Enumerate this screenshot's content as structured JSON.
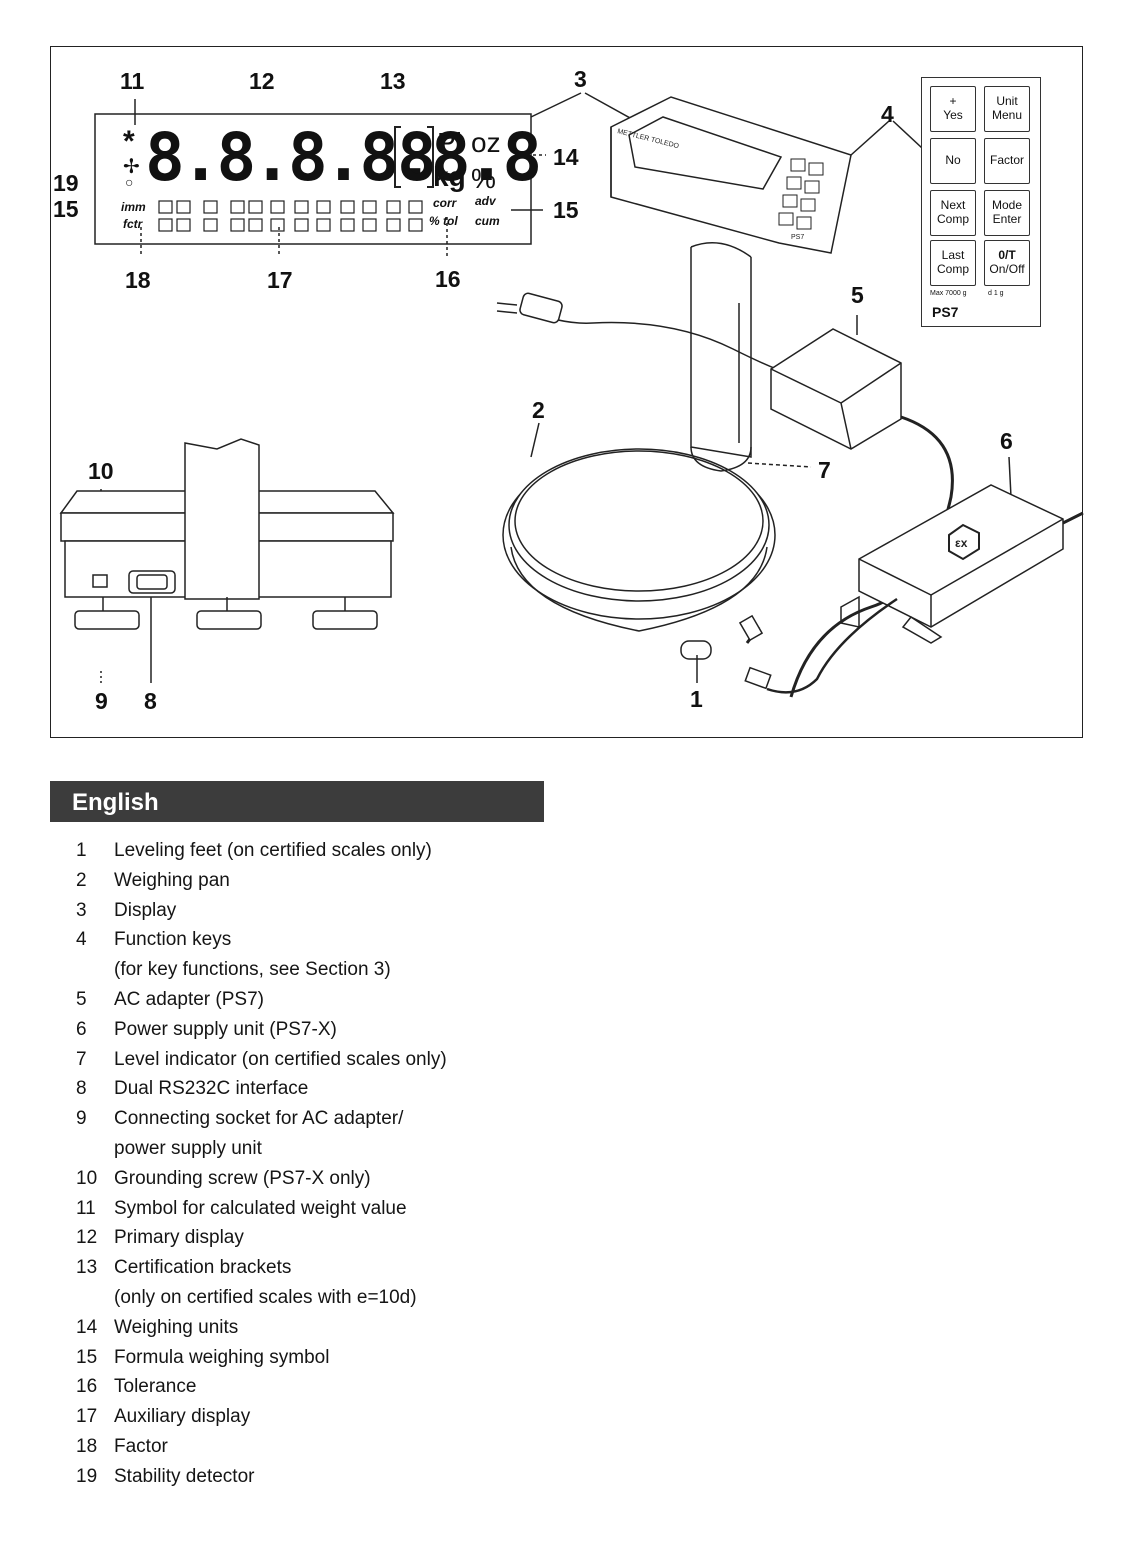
{
  "figure": {
    "callouts": {
      "n1": "1",
      "n2": "2",
      "n3": "3",
      "n4": "4",
      "n5": "5",
      "n6": "6",
      "n7": "7",
      "n8": "8",
      "n9": "9",
      "n10": "10",
      "n11": "11",
      "n12": "12",
      "n13": "13",
      "n14": "14",
      "n15a": "15",
      "n15b": "15",
      "n16": "16",
      "n17": "17",
      "n18": "18",
      "n19": "19"
    },
    "lcd": {
      "asterisk": "*",
      "digits": "8.8.8.8.8.8",
      "last_digit": "8",
      "unit_pl": "Pl",
      "unit_oz": "oz",
      "unit_kg": "kg",
      "unit_percent": "%",
      "imm": "imm",
      "fctr": "fctr",
      "corr": "corr",
      "adv": "adv",
      "tol": "% tol",
      "cum": "cum"
    },
    "keypad": {
      "keys": [
        {
          "top": "+",
          "bottom": "Yes"
        },
        {
          "top": "Unit",
          "bottom": "Menu"
        },
        {
          "top": "No",
          "bottom": ""
        },
        {
          "top": "Factor",
          "bottom": ""
        },
        {
          "top": "Next",
          "bottom": "Comp"
        },
        {
          "top": "Mode",
          "bottom": "Enter"
        },
        {
          "top": "Last",
          "bottom": "Comp"
        },
        {
          "top": "0/T",
          "bottom": "On/Off"
        }
      ],
      "model": "PS7",
      "capacity_left": "Max 7000 g",
      "capacity_right": "d 1 g"
    },
    "device": {
      "brand": "METTLER TOLEDO",
      "cabinet_model": "PS7"
    }
  },
  "language_banner": "English",
  "legend": [
    {
      "num": "1",
      "lines": [
        "Leveling feet (on certified scales only)"
      ]
    },
    {
      "num": "2",
      "lines": [
        "Weighing pan"
      ]
    },
    {
      "num": "3",
      "lines": [
        "Display"
      ]
    },
    {
      "num": "4",
      "lines": [
        "Function keys",
        "(for key functions, see Section 3)"
      ]
    },
    {
      "num": "5",
      "lines": [
        "AC adapter (PS7)"
      ]
    },
    {
      "num": "6",
      "lines": [
        "Power supply unit (PS7-X)"
      ]
    },
    {
      "num": "7",
      "lines": [
        "Level indicator (on certified scales only)"
      ]
    },
    {
      "num": "8",
      "lines": [
        "Dual RS232C interface"
      ]
    },
    {
      "num": "9",
      "lines": [
        "Connecting socket for AC adapter/",
        "power supply unit"
      ]
    },
    {
      "num": "10",
      "lines": [
        "Grounding screw (PS7-X only)"
      ]
    },
    {
      "num": "11",
      "lines": [
        "Symbol for calculated weight value"
      ]
    },
    {
      "num": "12",
      "lines": [
        "Primary display"
      ]
    },
    {
      "num": "13",
      "lines": [
        "Certification brackets",
        "(only on certified scales with e=10d)"
      ]
    },
    {
      "num": "14",
      "lines": [
        "Weighing units"
      ]
    },
    {
      "num": "15",
      "lines": [
        "Formula weighing symbol"
      ]
    },
    {
      "num": "16",
      "lines": [
        "Tolerance"
      ]
    },
    {
      "num": "17",
      "lines": [
        "Auxiliary display"
      ]
    },
    {
      "num": "18",
      "lines": [
        "Factor"
      ]
    },
    {
      "num": "19",
      "lines": [
        "Stability detector"
      ]
    }
  ]
}
